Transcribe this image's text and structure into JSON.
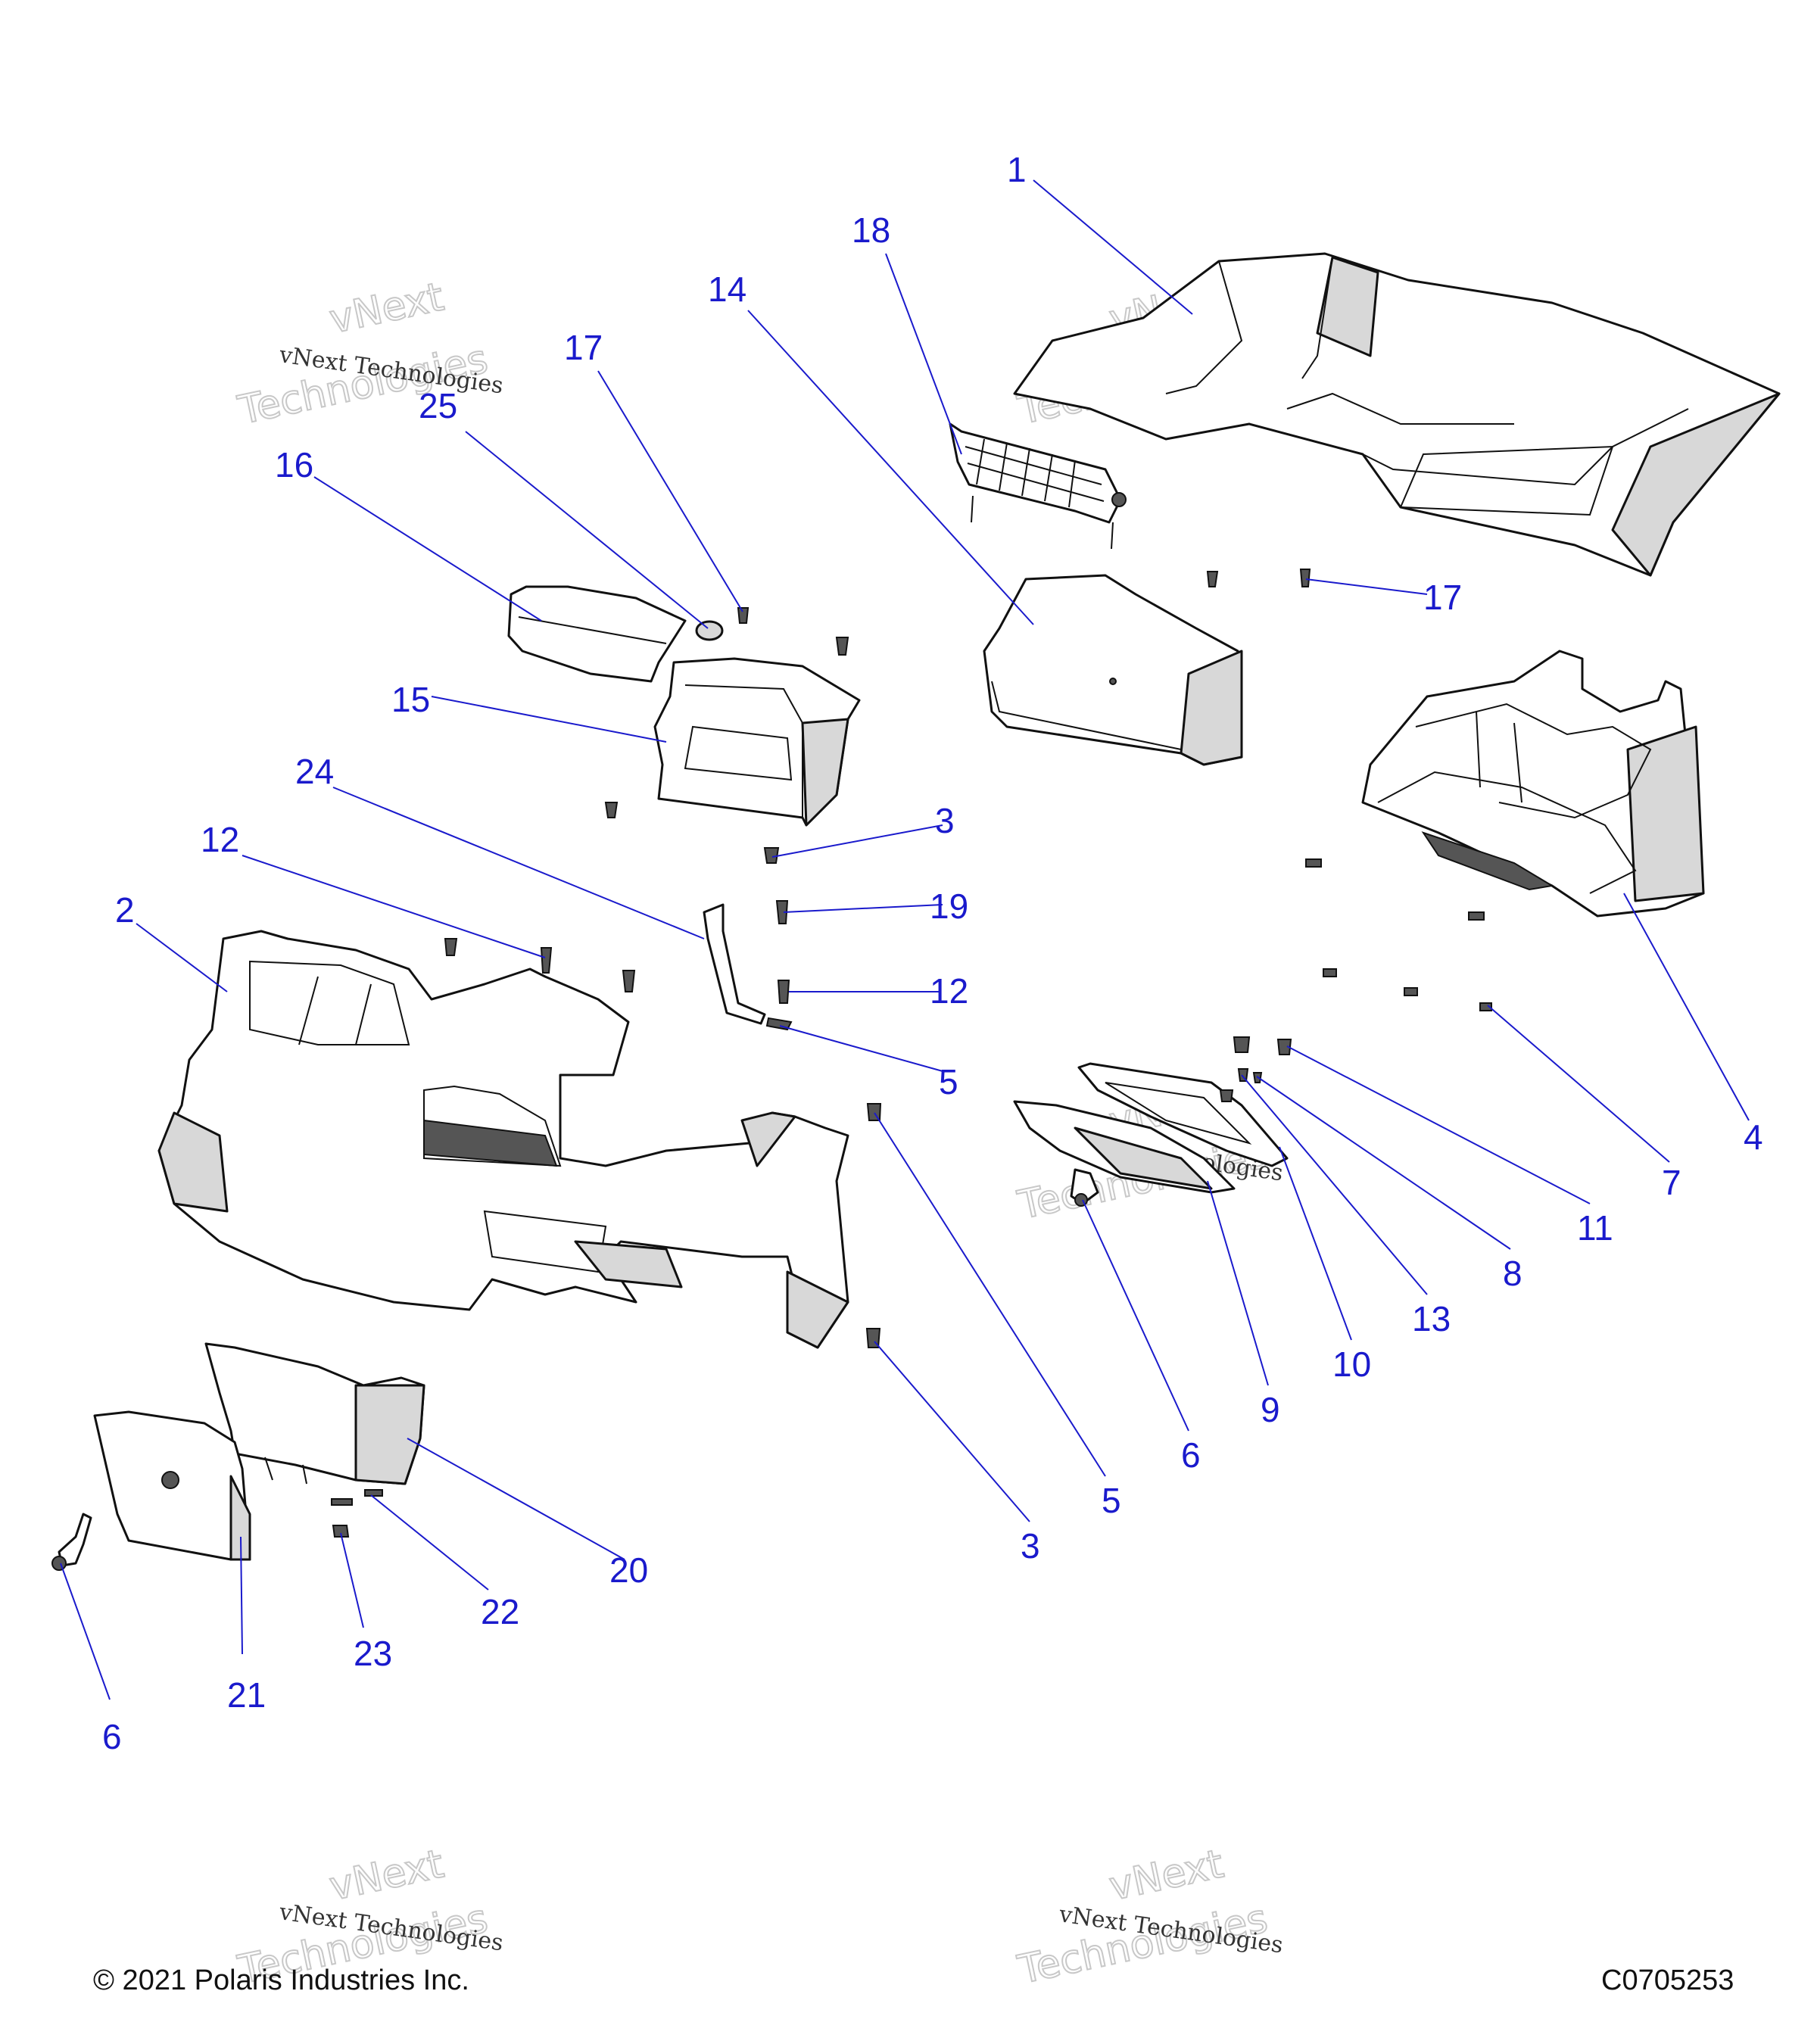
{
  "callouts": [
    {
      "n": "1"
    },
    {
      "n": "18"
    },
    {
      "n": "14"
    },
    {
      "n": "17"
    },
    {
      "n": "25"
    },
    {
      "n": "16"
    },
    {
      "n": "15"
    },
    {
      "n": "24"
    },
    {
      "n": "17"
    },
    {
      "n": "3"
    },
    {
      "n": "12"
    },
    {
      "n": "19"
    },
    {
      "n": "2"
    },
    {
      "n": "12"
    },
    {
      "n": "5"
    },
    {
      "n": "4"
    },
    {
      "n": "7"
    },
    {
      "n": "11"
    },
    {
      "n": "8"
    },
    {
      "n": "13"
    },
    {
      "n": "10"
    },
    {
      "n": "9"
    },
    {
      "n": "6"
    },
    {
      "n": "5"
    },
    {
      "n": "3"
    },
    {
      "n": "20"
    },
    {
      "n": "22"
    },
    {
      "n": "23"
    },
    {
      "n": "21"
    },
    {
      "n": "6"
    }
  ],
  "watermark": {
    "line1": "vNext Technologies",
    "line2": "vNext",
    "line3": "Technologies"
  },
  "footer": {
    "copyright": "© 2021 Polaris Industries Inc.",
    "diagram_id": "C0705253"
  }
}
